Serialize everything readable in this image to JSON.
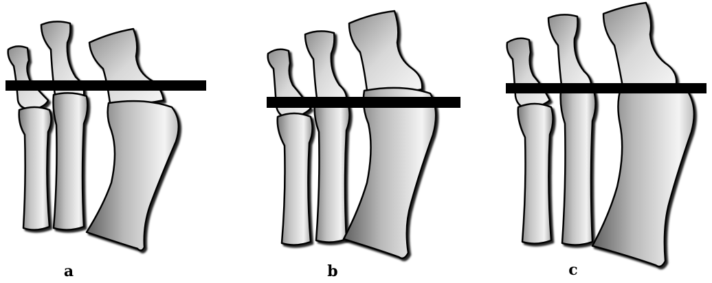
{
  "figure": {
    "panels": [
      {
        "label": "a"
      },
      {
        "label": "b"
      },
      {
        "label": "c"
      }
    ]
  },
  "colors": {
    "background": "#ffffff",
    "bone_light": "#f4f4f4",
    "bone_mid": "#c8c8c8",
    "bone_dark": "#6a6a6a",
    "outline": "#000000",
    "plate": "#000000"
  }
}
